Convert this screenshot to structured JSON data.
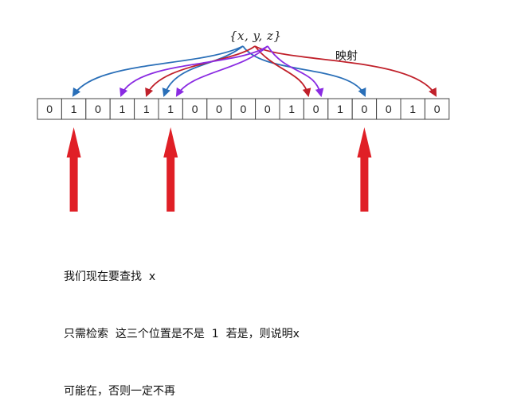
{
  "set_label": "{x, y, z}",
  "mapping_label": "映射",
  "bits": [
    0,
    1,
    0,
    1,
    1,
    1,
    0,
    0,
    0,
    0,
    1,
    0,
    1,
    0,
    0,
    1,
    0
  ],
  "highlighted_positions": [
    1,
    5,
    13
  ],
  "caption": {
    "line1": "我们现在要查找  x",
    "line2": "只需检索  这三个位置是不是  1  若是，则说明x",
    "line3": "可能在，否则一定不再"
  },
  "colors": {
    "x": "#2a6fb8",
    "y": "#c0202a",
    "z": "#8a2be2",
    "arrow_up": "#e01f26",
    "cell_border": "#444444"
  }
}
